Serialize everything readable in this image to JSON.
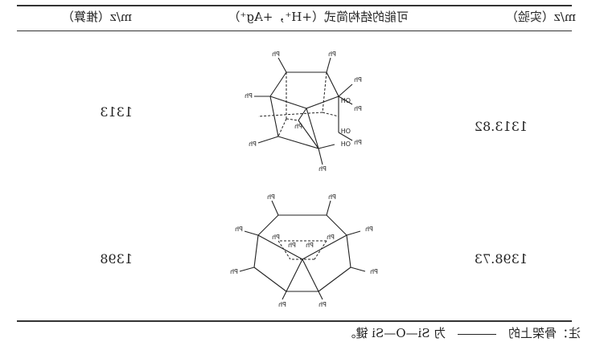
{
  "table": {
    "headers": {
      "calc": "m/z（推算）",
      "structure": "可能的结构简式（+H⁺，+Ag⁺）",
      "exp": "m/z（实验）"
    },
    "rows": [
      {
        "exp": "1313.82",
        "calc": "1313",
        "labels": [
          "Ph",
          "Ph",
          "Ph",
          "Ph",
          "Ph",
          "Ph",
          "Ph",
          "Ph",
          "Ph",
          "OH",
          "OH",
          "OH"
        ]
      },
      {
        "exp": "1398.73",
        "calc": "1398",
        "labels": [
          "Ph",
          "Ph",
          "Ph",
          "Ph",
          "Ph",
          "Ph",
          "Ph",
          "Ph",
          "Ph",
          "Ph",
          "Ph",
          "Ph"
        ]
      }
    ]
  },
  "note": {
    "prefix": "注：骨架上的",
    "suffix": "为 Si—O—Si 键。"
  }
}
